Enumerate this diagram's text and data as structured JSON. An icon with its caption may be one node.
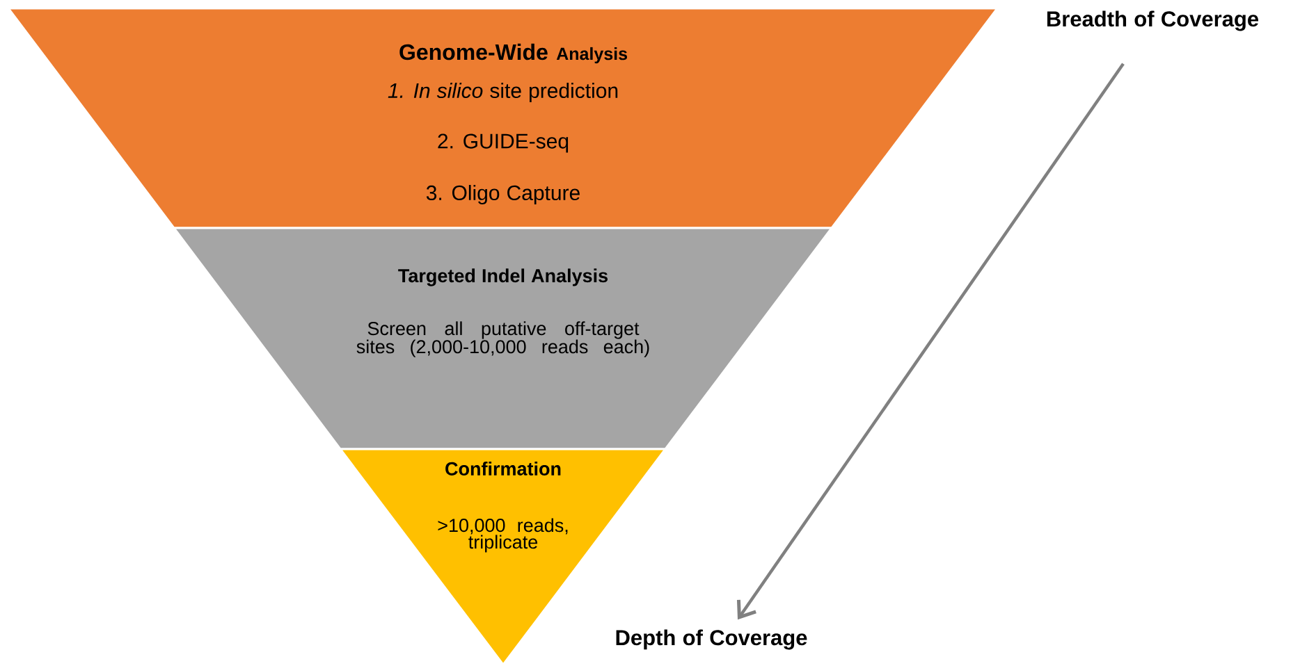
{
  "diagram": {
    "nodes": [
      {
        "text": [
          "Genome-Wide",
          "Analysis",
          "*1. In silico* site prediction",
          "2. GUIDE-seq",
          "3. Oligo Capture"
        ]
      },
      {
        "text": [
          "Targeted Indel Analysis",
          "Screen all putative off-target sites (2,000-10,000 reads each)"
        ]
      },
      {
        "text": [
          "Confirmation",
          ">10,000 reads, triplicate"
        ]
      },
      {
        "text": [
          "Breadth of Coverage"
        ]
      },
      {
        "text": [
          "Depth of Coverage"
        ]
      }
    ],
    "edges": [
      {
        "from": 3,
        "to": 4,
        "arrow": "to",
        "color": "#808080"
      }
    ]
  }
}
